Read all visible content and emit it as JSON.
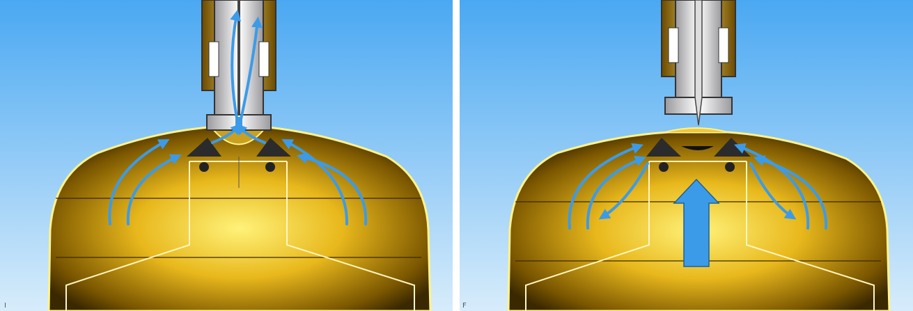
{
  "panels": [
    {
      "id": "valve-open",
      "corner_label": "I",
      "flow": "air-escaping-through-valve"
    },
    {
      "id": "valve-closed",
      "corner_label": "F",
      "flow": "pressure-pushing-diaphragm-up"
    }
  ],
  "colors": {
    "sky_top": "#4aa8f2",
    "sky_bottom": "#d7ecfb",
    "canister_gold": "#e8b81c",
    "canister_shadow": "#5a3f00",
    "flow_arrow": "#3c9be8",
    "valve_steel": "#e8e8ea",
    "valve_brass": "#b8860b"
  },
  "icons": [
    "flow-arrow-icon",
    "pressure-arrow-icon"
  ]
}
